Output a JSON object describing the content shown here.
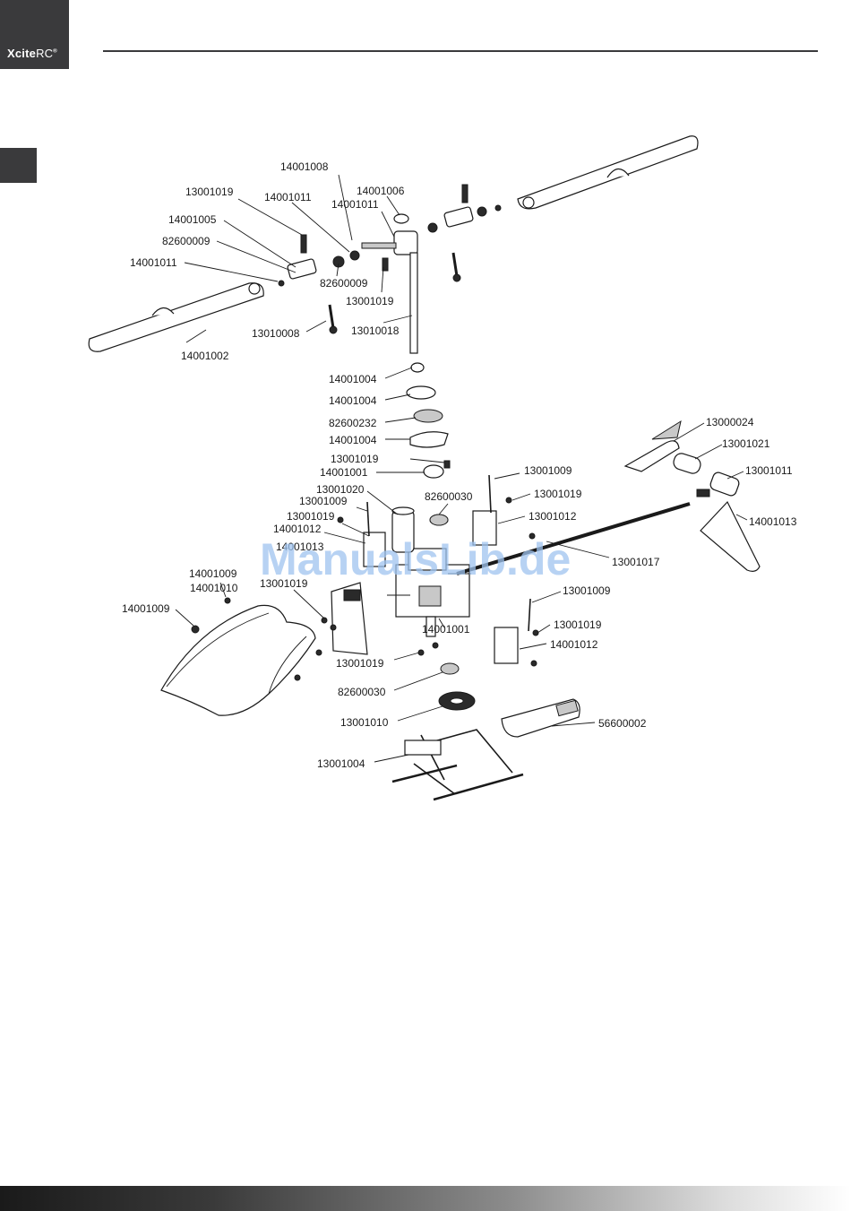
{
  "brand": {
    "name_bold": "Xcite",
    "name_light": "RC",
    "mark": "®"
  },
  "watermark": "ManualsLib.de",
  "labels": [
    "14001008",
    "13001019",
    "14001011",
    "14001006",
    "14001011",
    "14001005",
    "82600009",
    "14001011",
    "82600009",
    "13001019",
    "13010008",
    "13010018",
    "14001002",
    "14001004",
    "14001004",
    "82600232",
    "14001004",
    "13001019",
    "14001001",
    "13001020",
    "13001009",
    "82600030",
    "13001019",
    "14001012",
    "14001013",
    "13001009",
    "13001019",
    "13001012",
    "14001013",
    "13001017",
    "14001009",
    "14001010",
    "13001019",
    "14001009",
    "14001001",
    "13001009",
    "13001019",
    "14001012",
    "13001019",
    "82600030",
    "13001010",
    "56600002",
    "13001004",
    "13000024",
    "13001021",
    "13001011"
  ]
}
